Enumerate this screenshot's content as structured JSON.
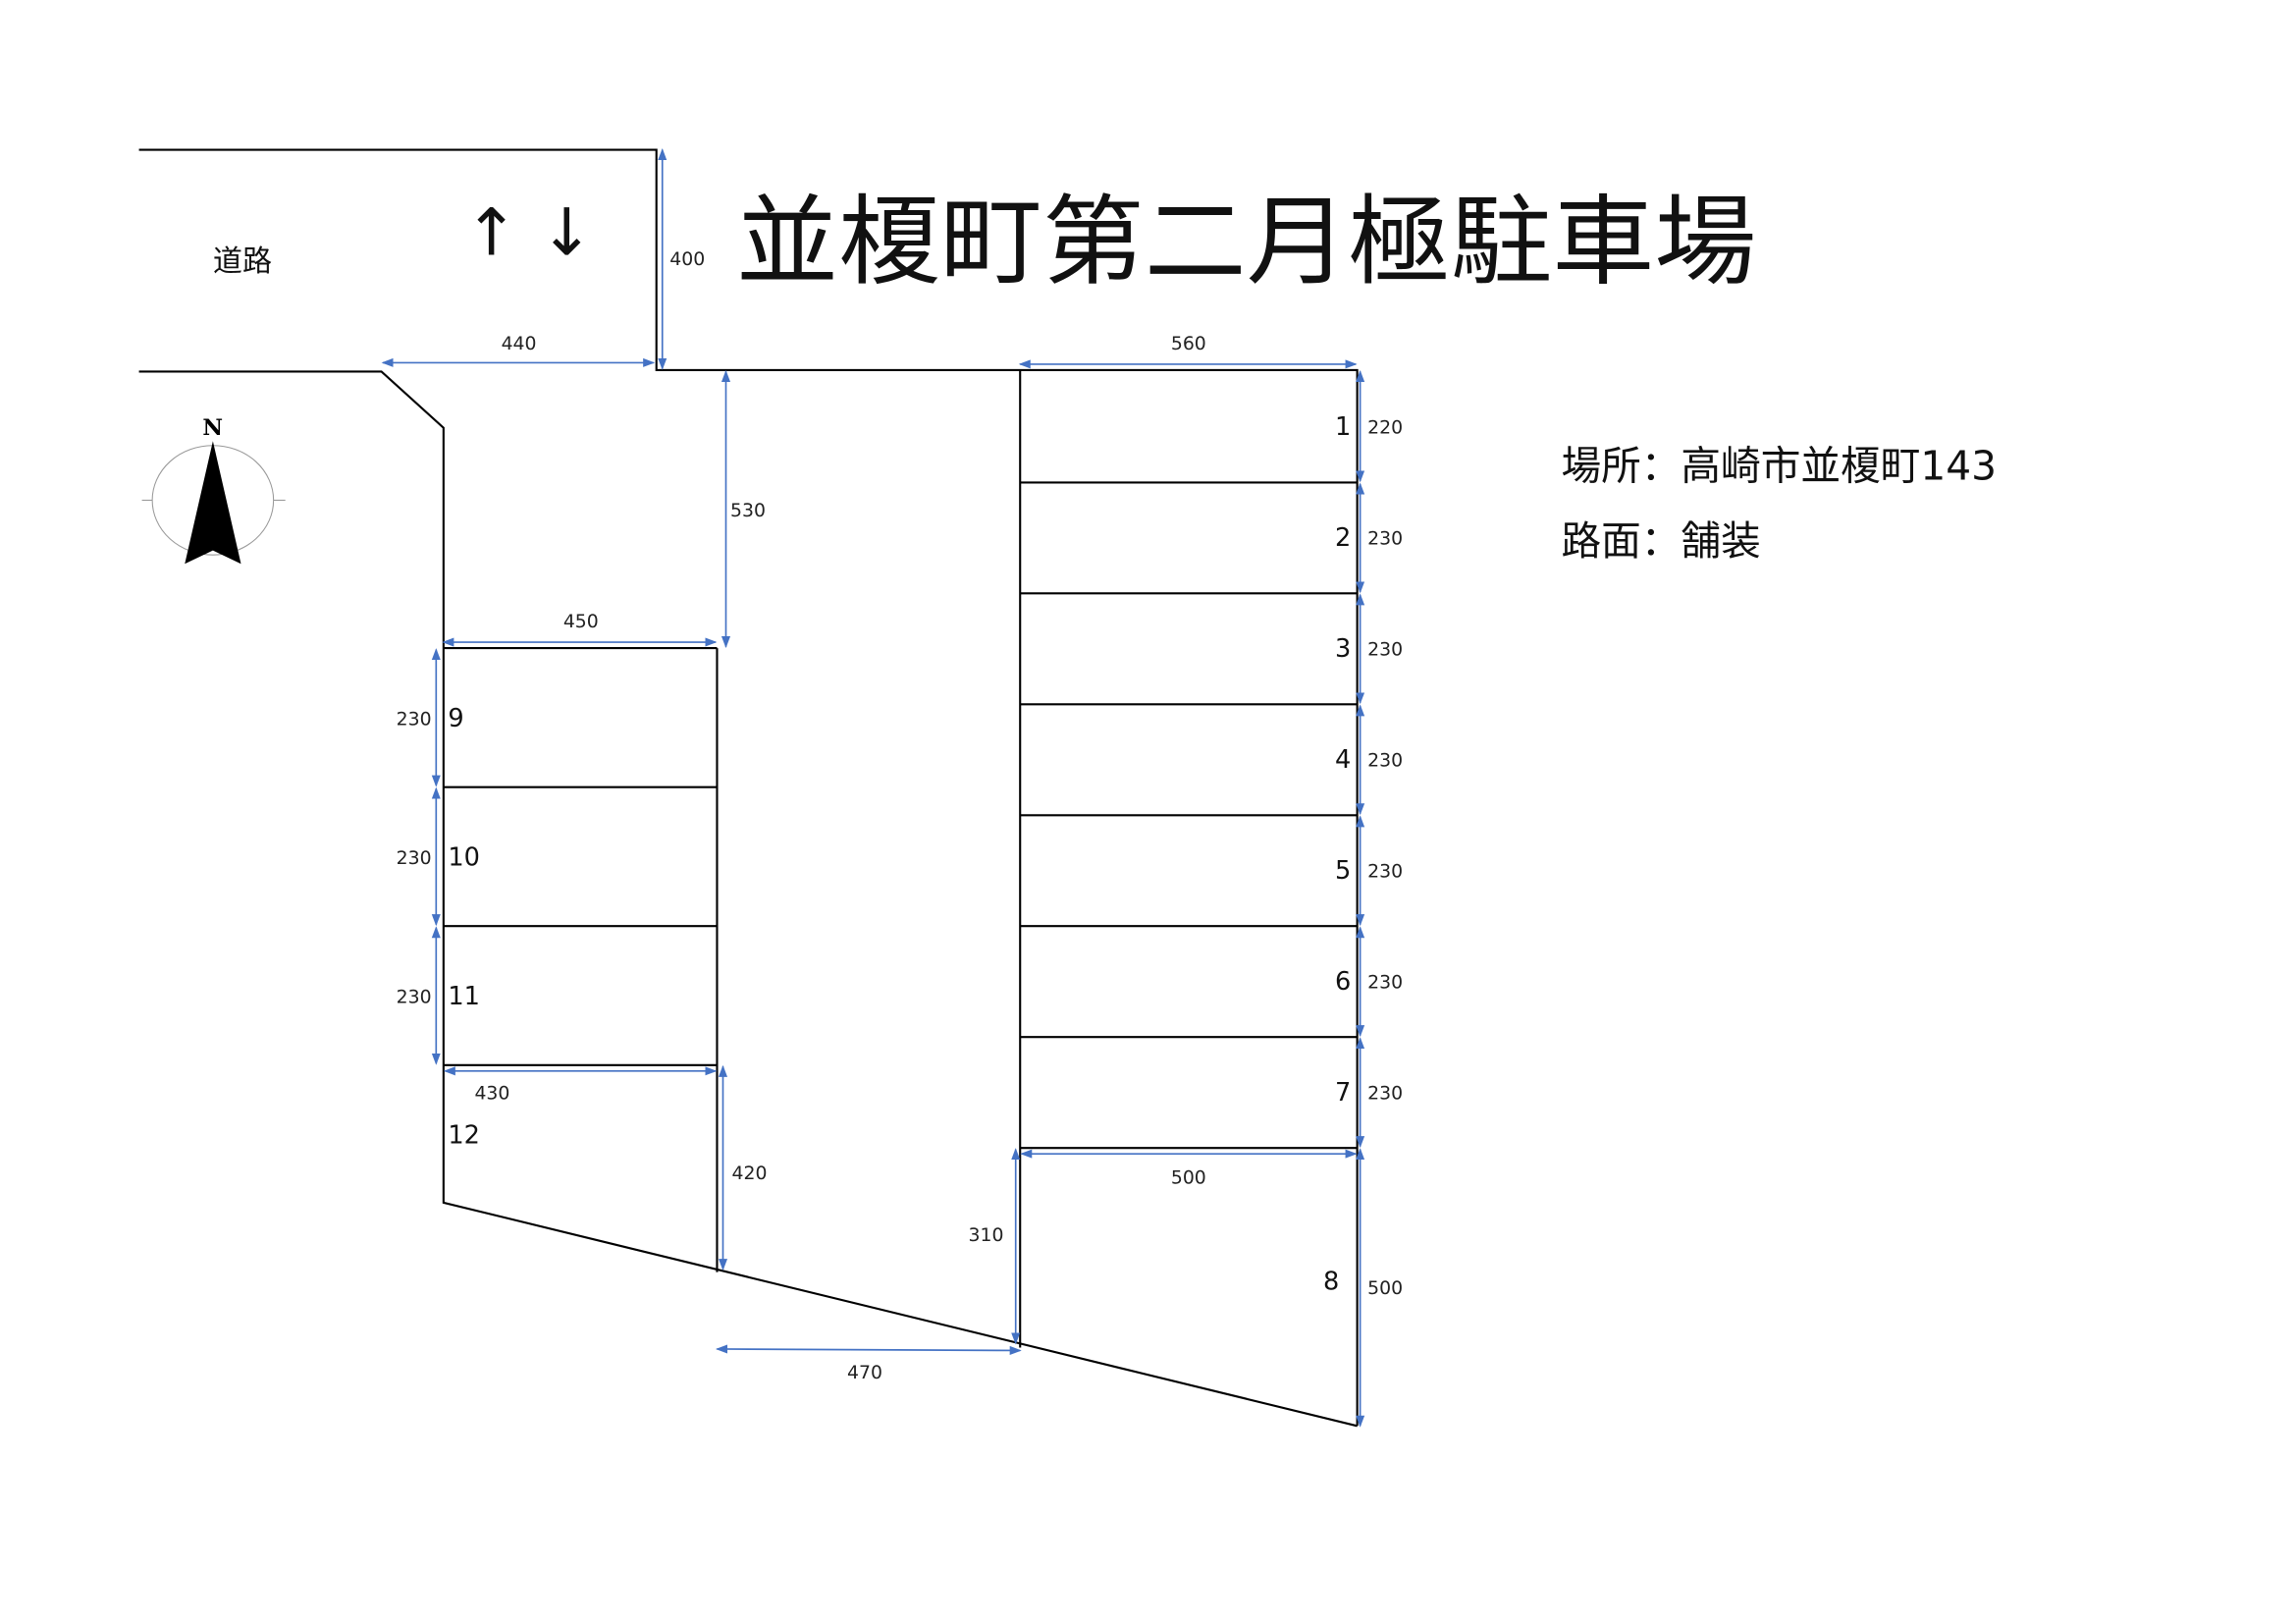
{
  "title": "並榎町第二月極駐車場",
  "road": {
    "label": "道路",
    "direction_arrows": "↑ ↓"
  },
  "compass": {
    "label": "N"
  },
  "info": {
    "location": "場所：高崎市並榎町143",
    "surface": "路面：舗装"
  },
  "slots": [
    "1",
    "2",
    "3",
    "4",
    "5",
    "6",
    "7",
    "8",
    "9",
    "10",
    "11",
    "12"
  ],
  "dimensions": {
    "road_width": "400",
    "entrance_width": "440",
    "right_block_width": "560",
    "aisle_depth": "530",
    "left_block_width": "450",
    "slot1_height": "220",
    "right_slot_heights": [
      "230",
      "230",
      "230",
      "230",
      "230",
      "230"
    ],
    "left_slot_heights": [
      "230",
      "230",
      "230"
    ],
    "slot12_width": "430",
    "slot12_depth": "420",
    "slot8_width": "500",
    "slot8_depth": "500",
    "aisle_bottom_depth": "310",
    "aisle_bottom_width": "470"
  },
  "colors": {
    "dimension_line": "#4472C4",
    "boundary": "#000000"
  }
}
